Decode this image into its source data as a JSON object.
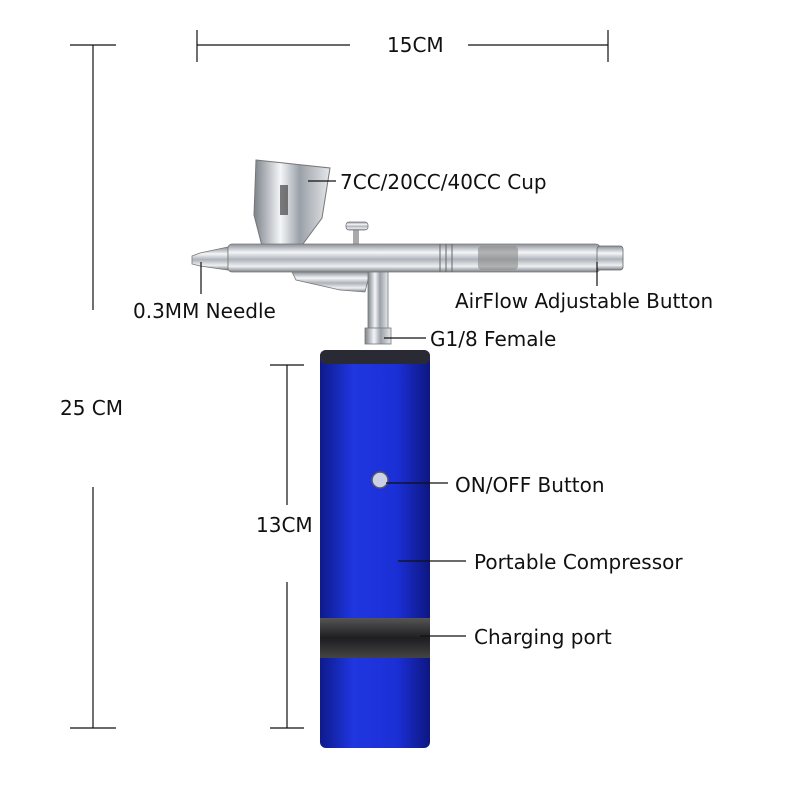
{
  "dimensions": {
    "width": "15CM",
    "total_height": "25 CM",
    "compressor_height": "13CM"
  },
  "labels": {
    "cup": "7CC/20CC/40CC Cup",
    "needle": "0.3MM Needle",
    "airflow": "AirFlow Adjustable Button",
    "connector": "G1/8 Female",
    "power": "ON/OFF Button",
    "compressor": "Portable Compressor",
    "charging": "Charging port"
  },
  "colors": {
    "compressor_body": "#1b2fd6",
    "band": "#2a2a30",
    "chrome": "#c8ccd2"
  }
}
